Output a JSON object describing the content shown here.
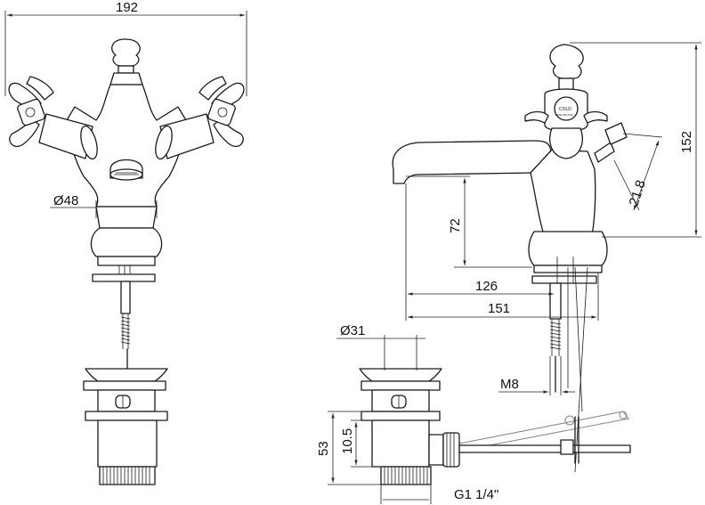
{
  "dimensions": {
    "front_width": "192",
    "spout_diameter": "Ø48",
    "waste_diameter": "Ø31",
    "height_total": "152",
    "spout_height": "72",
    "handle_offset": "21.8",
    "spout_reach": "126",
    "overall_depth": "151",
    "rod_thread": "M8",
    "waste_height": "53",
    "waste_offset": "10.5",
    "waste_thread": "G1 1/4\""
  },
  "handle_badge": {
    "label": "COLD",
    "brand": "BURLINGTON"
  }
}
